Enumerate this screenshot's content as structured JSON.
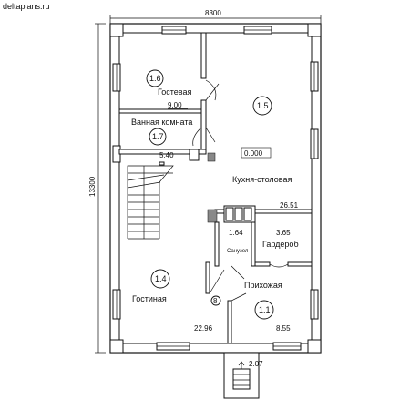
{
  "watermark": "deltaplans.ru",
  "dimensions": {
    "width": "8300",
    "height": "13300"
  },
  "rooms": [
    {
      "id": "1.6",
      "name": "Гостевая",
      "area": "9.00"
    },
    {
      "id": "1.7",
      "name": "Ванная комната",
      "area": "5.40"
    },
    {
      "id": "1.5",
      "name": "Кухня-столовая",
      "area": "26.51",
      "level": "0.000"
    },
    {
      "name": "Санузел",
      "area": "1.64"
    },
    {
      "name": "Гардероб",
      "area": "3.65"
    },
    {
      "id": "1.4",
      "name": "Гостиная",
      "area": "22.96"
    },
    {
      "id": "1.1",
      "name": "Прихожая",
      "area": "8.55"
    },
    {
      "area": "2.07"
    }
  ],
  "stair_mark": "8"
}
